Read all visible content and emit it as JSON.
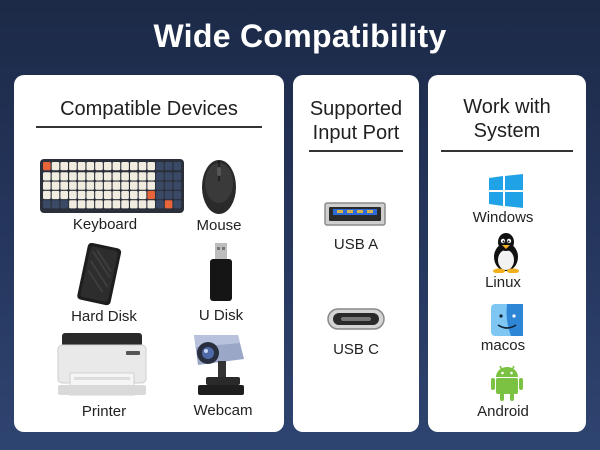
{
  "header": {
    "title": "Wide Compatibility"
  },
  "devices_card": {
    "title": "Compatible Devices",
    "items": [
      {
        "label": "Keyboard",
        "icon": "keyboard-icon"
      },
      {
        "label": "Mouse",
        "icon": "mouse-icon"
      },
      {
        "label": "Hard Disk",
        "icon": "hard-disk-icon"
      },
      {
        "label": "U Disk",
        "icon": "usb-drive-icon"
      },
      {
        "label": "Printer",
        "icon": "printer-icon"
      },
      {
        "label": "Webcam",
        "icon": "webcam-icon"
      }
    ]
  },
  "ports_card": {
    "title_line1": "Supported",
    "title_line2": "Input Port",
    "items": [
      {
        "label": "USB A",
        "icon": "usb-a-port-icon"
      },
      {
        "label": "USB C",
        "icon": "usb-c-port-icon"
      }
    ]
  },
  "systems_card": {
    "title_line1": "Work with",
    "title_line2": "System",
    "items": [
      {
        "label": "Windows",
        "icon": "windows-logo-icon"
      },
      {
        "label": "Linux",
        "icon": "linux-penguin-icon"
      },
      {
        "label": "macos",
        "icon": "macos-finder-icon"
      },
      {
        "label": "Android",
        "icon": "android-robot-icon"
      }
    ]
  },
  "colors": {
    "background": "#1c2a47",
    "card": "#ffffff",
    "windows_blue": "#1fa2e6",
    "android_green": "#7cc242",
    "keyboard_accent": "#e8643a"
  }
}
